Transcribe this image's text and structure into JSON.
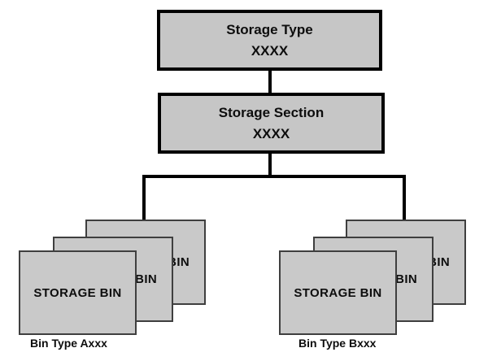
{
  "diagram": {
    "colors": {
      "box_fill": "#c6c6c6",
      "box_border": "#000000",
      "bin_fill": "#c9c9c9",
      "bin_border": "#3f3f3f",
      "connector": "#000000",
      "text": "#0d0d0d",
      "background": "#ffffff"
    },
    "nodes": {
      "storage_type": {
        "line1": "Storage Type",
        "line2": "XXXX"
      },
      "storage_section": {
        "line1": "Storage Section",
        "line2": "XXXX"
      }
    },
    "bins": {
      "card_label": "STORAGE BIN",
      "left_caption": "Bin Type Axxx",
      "right_caption": "Bin Type Bxxx"
    }
  }
}
